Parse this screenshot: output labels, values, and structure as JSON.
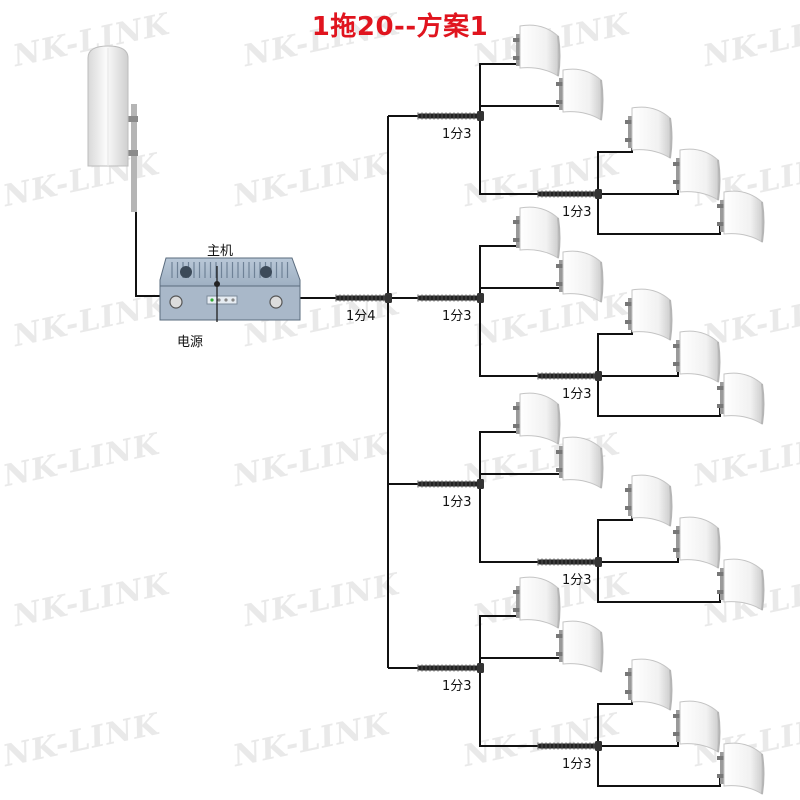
{
  "title": "1拖20--方案1",
  "host_label": "主机",
  "power_label": "电源",
  "splitter4_label": "1分4",
  "splitter3_label": "1分3",
  "watermark": "NK-LINK",
  "colors": {
    "title": "#e0141e",
    "cable": "#111111",
    "watermark": "#e9e9e9",
    "antenna": "#f2f2f2"
  },
  "icons": {
    "donor_antenna": "sector-antenna-icon",
    "host": "repeater-unit-icon",
    "splitter": "splitter-icon",
    "indoor_antenna": "panel-antenna-icon"
  }
}
